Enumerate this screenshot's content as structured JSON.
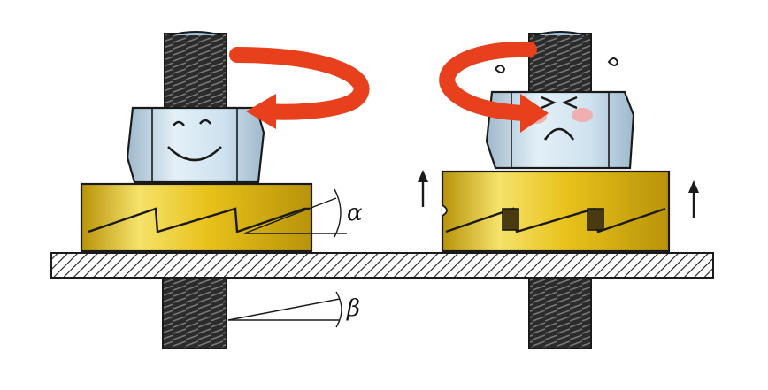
{
  "labels": {
    "alpha": "α",
    "beta": "β"
  },
  "colors": {
    "washer_fill": "#e8c21a",
    "washer_highlight": "#f6e26a",
    "washer_shadow": "#b8930a",
    "nut_fill": "#cfe2ef",
    "nut_shadow": "#9fb9cc",
    "bolt_fill": "#2a2a2a",
    "arrow_red": "#e8401c",
    "plate_fill": "#ffffff",
    "cheek_pink": "#f4a6a6",
    "outline": "#1a1a1a"
  },
  "scene": {
    "left_assembly": "happy-nut-locked-washer",
    "right_assembly": "sad-nut-lifted-washer"
  }
}
